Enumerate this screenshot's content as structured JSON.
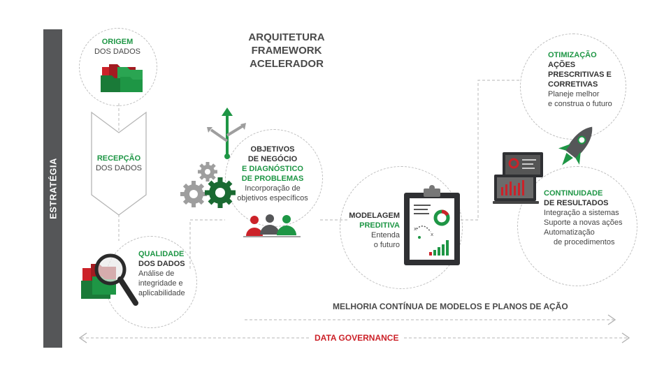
{
  "sidebar": {
    "label": "ESTRATÉGIA"
  },
  "title": {
    "line1": "ARQUITETURA",
    "line2": "FRAMEWORK",
    "line3": "ACELERADOR"
  },
  "origem": {
    "highlight": "ORIGEM",
    "label": "DOS DADOS"
  },
  "recepcao": {
    "highlight": "RECEPÇÃO",
    "label": "DOS DADOS"
  },
  "qualidade": {
    "highlight": "QUALIDADE",
    "label": "DOS DADOS",
    "desc1": "Análise de",
    "desc2": "integridade e",
    "desc3": "aplicabilidade"
  },
  "objetivos": {
    "line1": "OBJETIVOS",
    "line2": "DE NEGÓCIO",
    "highlight1": "E DIAGNÓSTICO",
    "highlight2": "DE PROBLEMAS",
    "desc1": "Incorporação de",
    "desc2": "objetivos específicos"
  },
  "modelagem": {
    "label": "MODELAGEM",
    "highlight": "PREDITIVA",
    "desc1": "Entenda",
    "desc2": "o futuro"
  },
  "otimizacao": {
    "highlight": "OTIMIZAÇÃO",
    "line1": "AÇÕES",
    "line2": "PRESCRITIVAS E",
    "line3": "CORRETIVAS",
    "desc1": "Planeje melhor",
    "desc2": "e construa o futuro"
  },
  "continuidade": {
    "highlight": "CONTINUIDADE",
    "label": "DE RESULTADOS",
    "desc1": "Integração a sistemas",
    "desc2": "Suporte a novas ações",
    "desc3": "Automatização",
    "desc4": "de procedimentos"
  },
  "footer": {
    "melhoria": "MELHORIA CONTÍNUA DE MODELOS E PLANOS DE AÇÃO",
    "governance": "DATA GOVERNANCE"
  },
  "colors": {
    "green": "#1e9645",
    "red": "#cc2229",
    "dark": "#555658",
    "gray": "#bdbdbd"
  }
}
